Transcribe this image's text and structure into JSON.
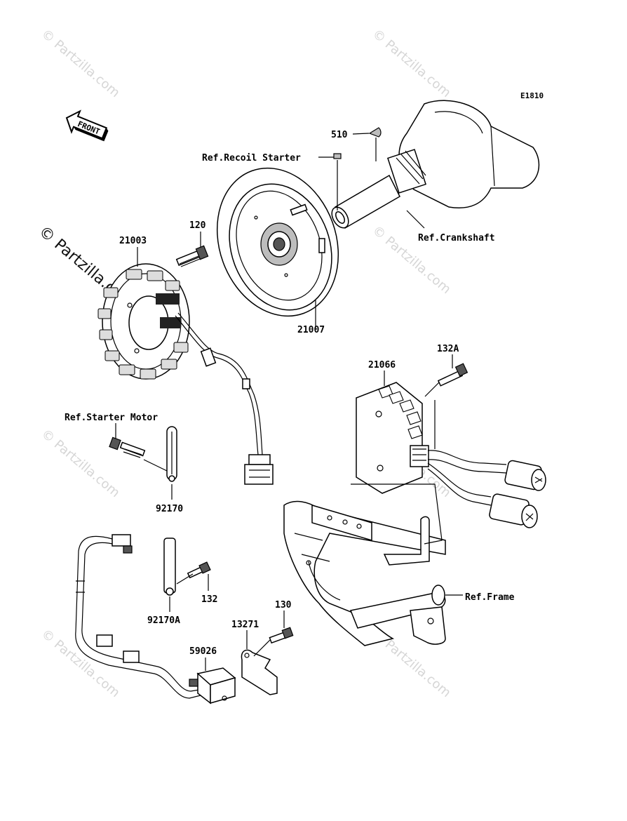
{
  "diagram_code": "E1810",
  "front_arrow_text": "FRONT",
  "watermark": {
    "text": "© Partzilla.com",
    "main_text": "© Partzilla.com"
  },
  "callouts": {
    "p510": "510",
    "recoil": "Ref.Recoil Starter",
    "crankshaft": "Ref.Crankshaft",
    "p120": "120",
    "p21003": "21003",
    "p21007": "21007",
    "p132a": "132A",
    "p21066": "21066",
    "starter_motor": "Ref.Starter Motor",
    "p92170": "92170",
    "p132": "132",
    "p92170a": "92170A",
    "p130": "130",
    "p13271": "13271",
    "p59026": "59026",
    "frame": "Ref.Frame"
  }
}
